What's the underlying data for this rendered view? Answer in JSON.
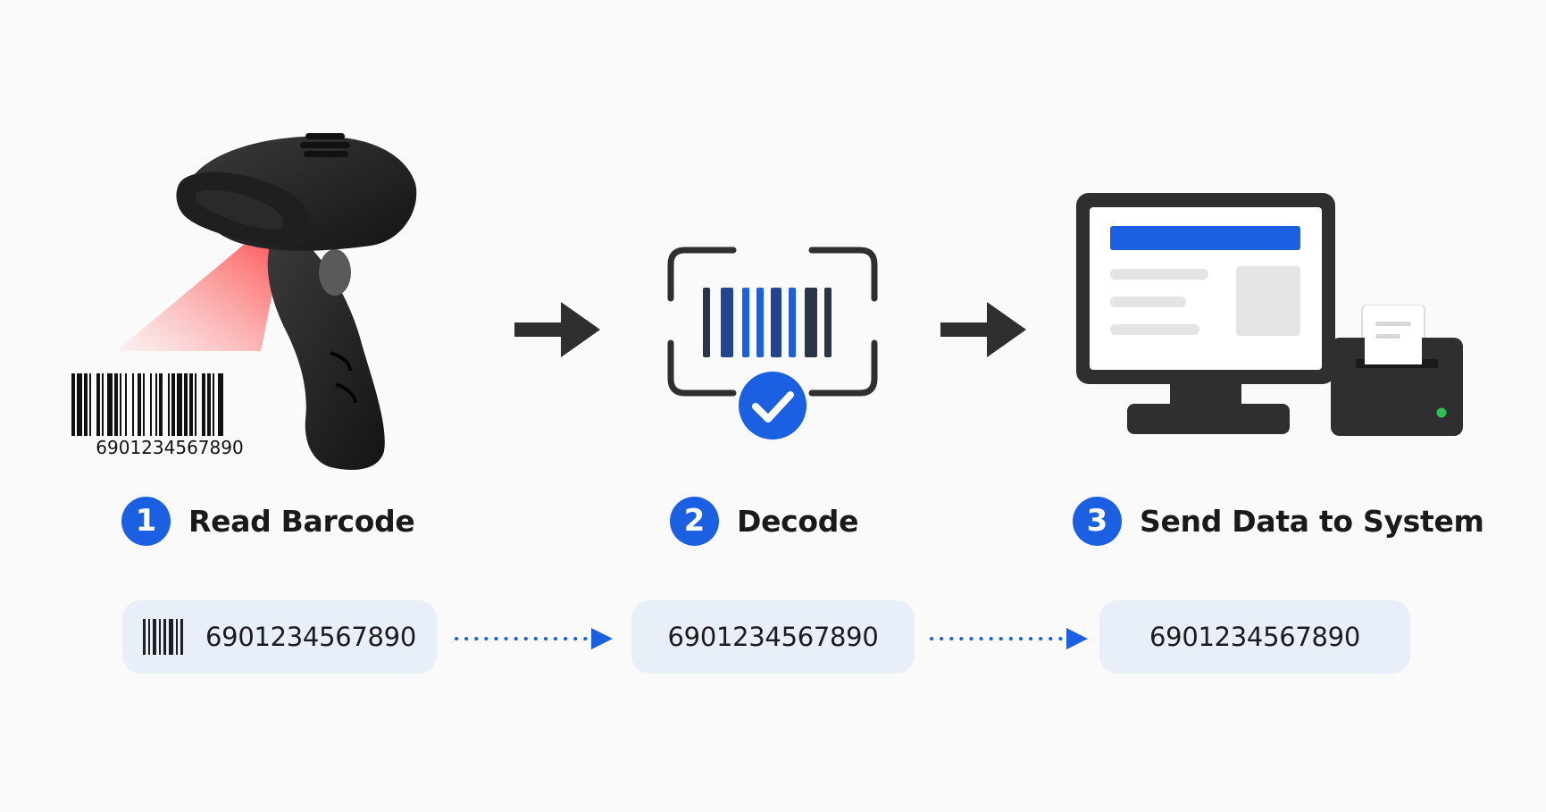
{
  "steps": [
    {
      "number": "1",
      "label": "Read Barcode"
    },
    {
      "number": "2",
      "label": "Decode"
    },
    {
      "number": "3",
      "label": "Send Data to System"
    }
  ],
  "barcode_value": "6901234567890",
  "data_boxes": [
    {
      "value": "6901234567890",
      "has_barcode_icon": true
    },
    {
      "value": "6901234567890",
      "has_barcode_icon": false
    },
    {
      "value": "6901234567890",
      "has_barcode_icon": false
    }
  ],
  "icons": {
    "scanner": "handheld-barcode-scanner-icon",
    "decode": "barcode-decode-check-icon",
    "system": "pos-computer-printer-icon"
  },
  "colors": {
    "accent_blue": "#1b5fe3",
    "arrow_dark": "#2f2f2f",
    "box_fill": "#e9eff9",
    "laser_red": "#ff3a3a",
    "status_green": "#2ec04f"
  }
}
